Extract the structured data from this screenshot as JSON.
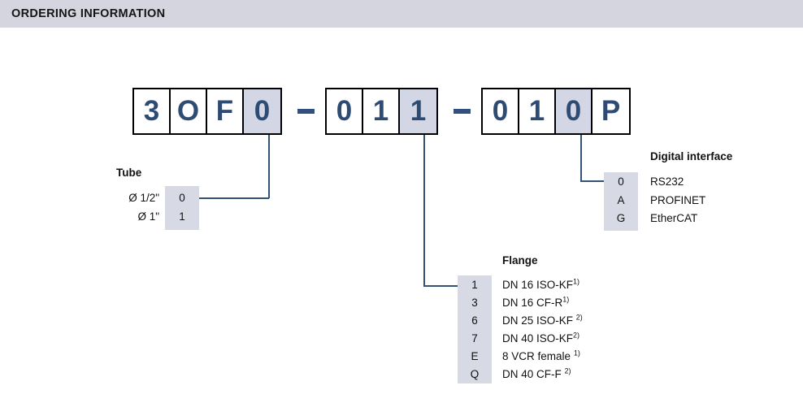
{
  "header": {
    "title": "ORDERING INFORMATION"
  },
  "order_code": {
    "groups": [
      {
        "name": "group-1",
        "cells": [
          {
            "char": "3",
            "highlighted": false
          },
          {
            "char": "O",
            "highlighted": false
          },
          {
            "char": "F",
            "highlighted": false
          },
          {
            "char": "0",
            "highlighted": true
          }
        ]
      },
      {
        "name": "group-2",
        "cells": [
          {
            "char": "0",
            "highlighted": false
          },
          {
            "char": "1",
            "highlighted": false
          },
          {
            "char": "1",
            "highlighted": true
          }
        ]
      },
      {
        "name": "group-3",
        "cells": [
          {
            "char": "0",
            "highlighted": false
          },
          {
            "char": "1",
            "highlighted": false
          },
          {
            "char": "0",
            "highlighted": true
          },
          {
            "char": "P",
            "highlighted": false
          }
        ]
      }
    ],
    "separator": "-"
  },
  "sections": {
    "tube": {
      "title": "Tube",
      "options": [
        {
          "label": "Ø 1/2\"",
          "code": "0"
        },
        {
          "label": "Ø 1\"",
          "code": "1"
        }
      ]
    },
    "flange": {
      "title": "Flange",
      "options": [
        {
          "code": "1",
          "desc": "DN 16 ISO-KF",
          "footnote": "1)",
          "space_before_footnote": false
        },
        {
          "code": "3",
          "desc": "DN 16 CF-R",
          "footnote": "1)",
          "space_before_footnote": false
        },
        {
          "code": "6",
          "desc": "DN 25 ISO-KF",
          "footnote": "2)",
          "space_before_footnote": true
        },
        {
          "code": "7",
          "desc": "DN 40 ISO-KF",
          "footnote": "2)",
          "space_before_footnote": false
        },
        {
          "code": "E",
          "desc": "8 VCR female",
          "footnote": "1)",
          "space_before_footnote": true
        },
        {
          "code": "Q",
          "desc": "DN 40 CF-F",
          "footnote": "2)",
          "space_before_footnote": true
        }
      ]
    },
    "digital_interface": {
      "title": "Digital interface",
      "options": [
        {
          "code": "0",
          "desc": "RS232"
        },
        {
          "code": "A",
          "desc": "PROFINET"
        },
        {
          "code": "G",
          "desc": "EtherCAT"
        }
      ]
    }
  },
  "colors": {
    "header_bar": "#d5d5e0",
    "highlight_cell": "#d3d6e4",
    "code_text": "#2e4b73",
    "connector": "#335275",
    "code_column": "#d7d9e5"
  }
}
